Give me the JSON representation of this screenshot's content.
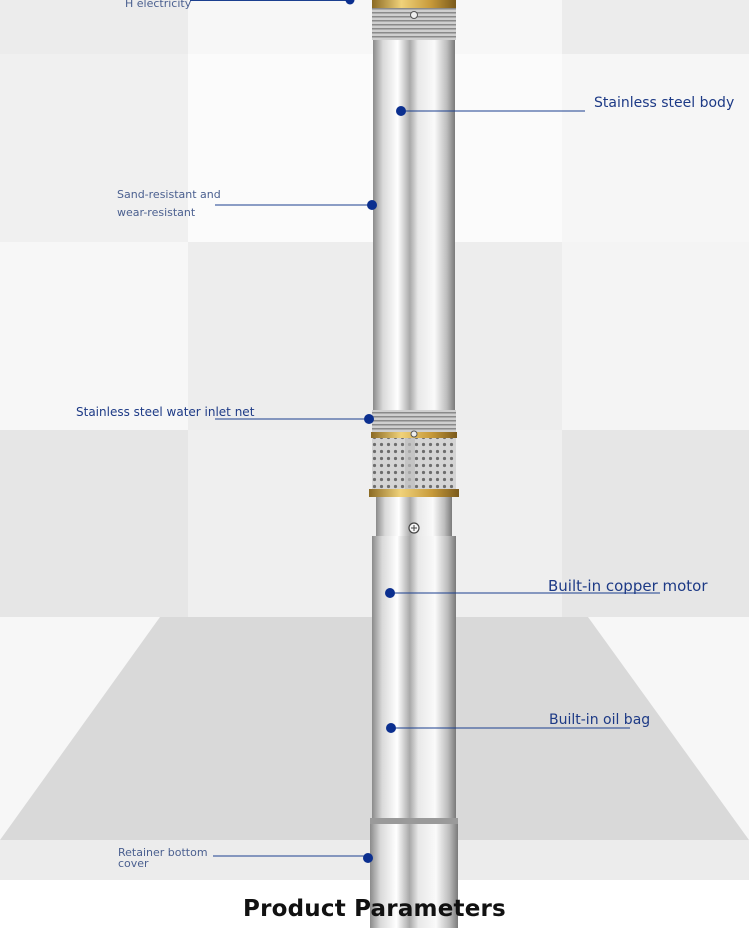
{
  "callouts": {
    "electricity": "H electricity",
    "stainless_body": "Stainless steel body",
    "sand_line1": "Sand-resistant and",
    "sand_line2": "wear-resistant",
    "inlet_net": "Stainless steel water inlet net",
    "copper_motor": "Built-in copper motor",
    "oil_bag": "Built-in oil bag",
    "retainer_line1": "Retainer bottom",
    "retainer_line2": "cover"
  },
  "section": {
    "title": "Product Parameters"
  },
  "colors": {
    "accent": "#0b2f8f",
    "leader_line": "#1b3f8f",
    "brass": "#c9a24a",
    "steel_light": "#f4f4f4",
    "steel_dark": "#7d7d7d"
  }
}
